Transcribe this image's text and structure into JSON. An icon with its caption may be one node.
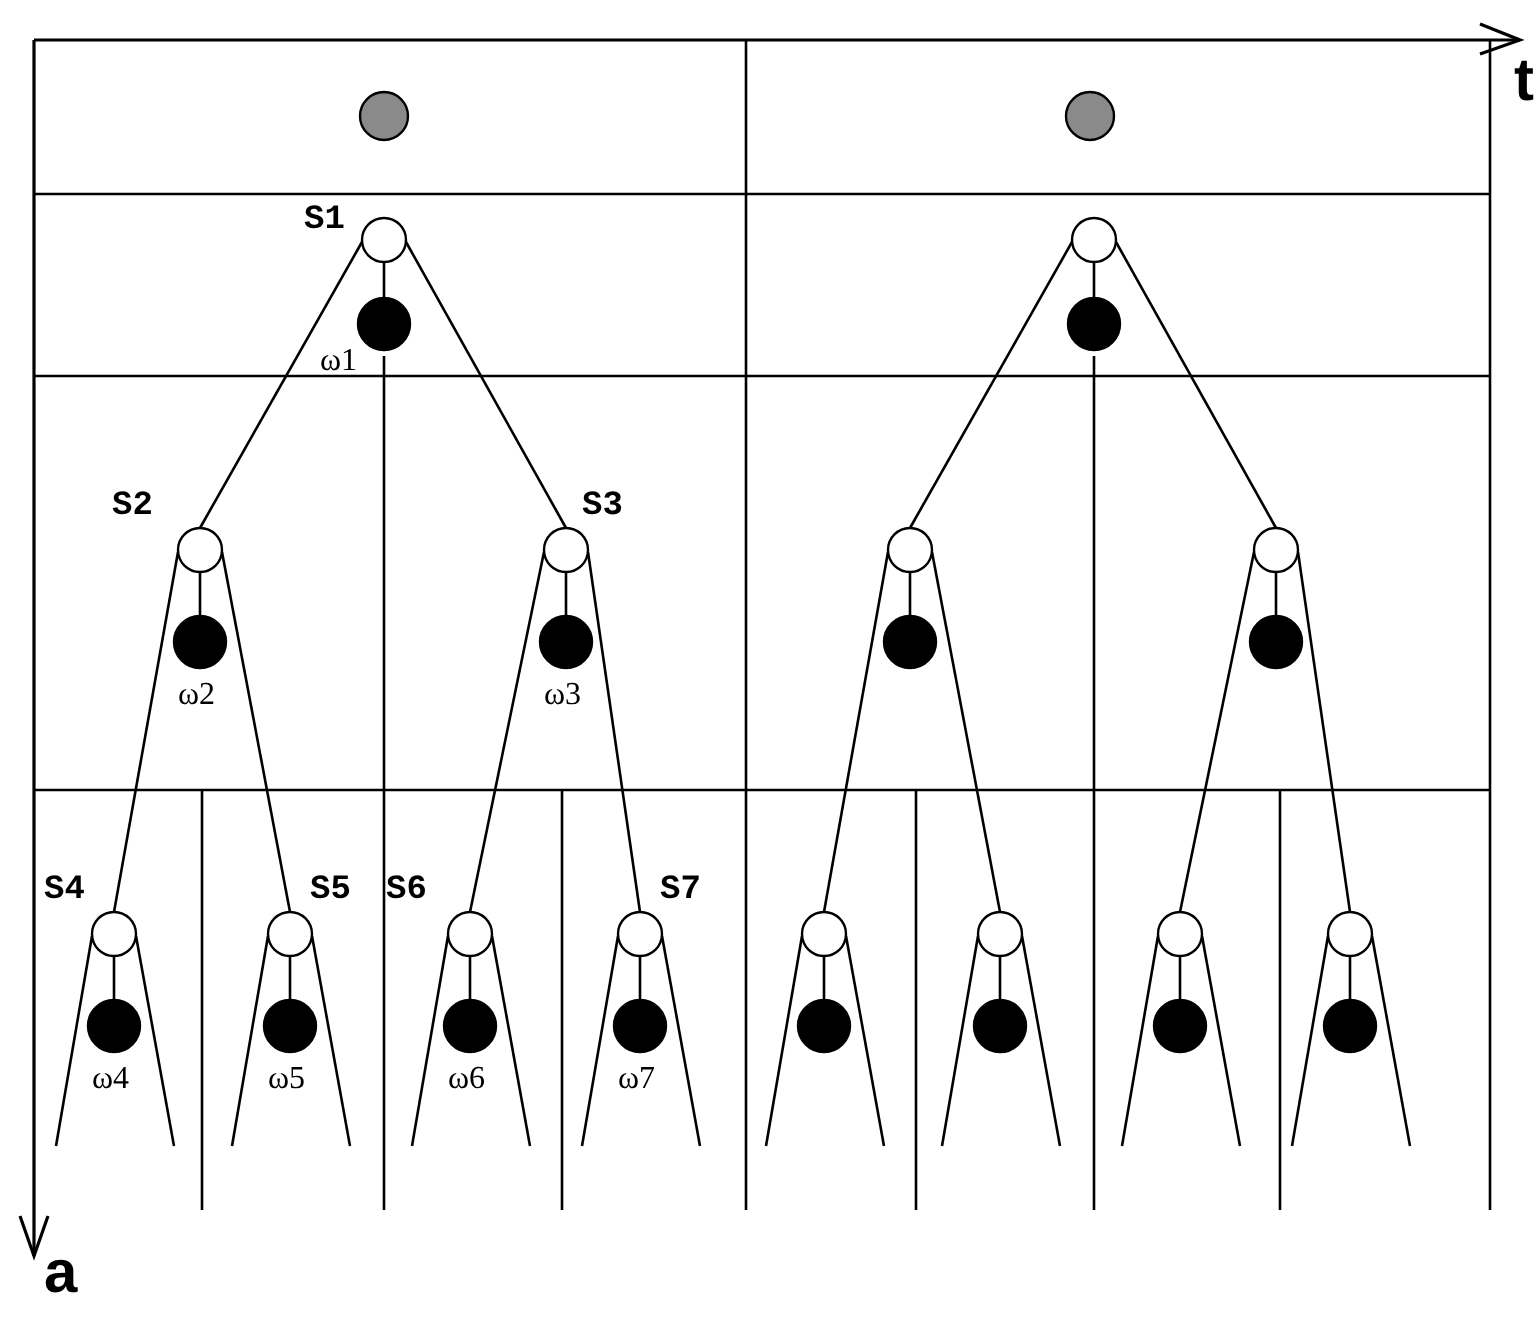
{
  "diagram": {
    "nodes": [
      {
        "text": [],
        "shape": "circle"
      },
      {
        "text": [],
        "shape": "circle"
      },
      {
        "text": [],
        "shape": "circle",
        "beside": [
          "S1"
        ]
      },
      {
        "text": [],
        "shape": "circle",
        "beside": [
          "ω1"
        ]
      },
      {
        "text": [],
        "shape": "circle",
        "beside": [
          "S2"
        ]
      },
      {
        "text": [],
        "shape": "circle",
        "beside": [
          "ω2"
        ]
      },
      {
        "text": [],
        "shape": "circle",
        "beside": [
          "S3"
        ]
      },
      {
        "text": [],
        "shape": "circle",
        "beside": [
          "ω3"
        ]
      },
      {
        "text": [],
        "shape": "circle",
        "beside": [
          "S4"
        ]
      },
      {
        "text": [],
        "shape": "circle",
        "beside": [
          "ω4"
        ]
      },
      {
        "text": [],
        "shape": "circle",
        "beside": [
          "S5"
        ]
      },
      {
        "text": [],
        "shape": "circle",
        "beside": [
          "ω5"
        ]
      },
      {
        "text": [],
        "shape": "circle",
        "beside": [
          "S6"
        ]
      },
      {
        "text": [],
        "shape": "circle",
        "beside": [
          "ω6"
        ]
      },
      {
        "text": [],
        "shape": "circle",
        "beside": [
          "S7"
        ]
      },
      {
        "text": [],
        "shape": "circle",
        "beside": [
          "ω7"
        ]
      },
      {
        "text": [],
        "shape": "circle"
      },
      {
        "text": [],
        "shape": "circle"
      },
      {
        "text": [],
        "shape": "circle"
      },
      {
        "text": [],
        "shape": "circle"
      },
      {
        "text": [],
        "shape": "circle"
      },
      {
        "text": [],
        "shape": "circle"
      },
      {
        "text": [],
        "shape": "circle"
      },
      {
        "text": [],
        "shape": "circle"
      },
      {
        "text": [],
        "shape": "circle"
      },
      {
        "text": [],
        "shape": "circle"
      },
      {
        "text": [],
        "shape": "circle"
      },
      {
        "text": [],
        "shape": "circle"
      },
      {
        "text": [],
        "shape": "circle"
      },
      {
        "text": [],
        "shape": "circle"
      }
    ],
    "edges": [
      {
        "from": 2,
        "to": 3,
        "arrow": "none"
      },
      {
        "from": 2,
        "to": 4,
        "arrow": "none"
      },
      {
        "from": 2,
        "to": 6,
        "arrow": "none"
      },
      {
        "from": 4,
        "to": 5,
        "arrow": "none"
      },
      {
        "from": 6,
        "to": 7,
        "arrow": "none"
      },
      {
        "from": 4,
        "to": 8,
        "arrow": "none"
      },
      {
        "from": 4,
        "to": 10,
        "arrow": "none"
      },
      {
        "from": 6,
        "to": 12,
        "arrow": "none"
      },
      {
        "from": 6,
        "to": 14,
        "arrow": "none"
      },
      {
        "from": 8,
        "to": 9,
        "arrow": "none"
      },
      {
        "from": 10,
        "to": 11,
        "arrow": "none"
      },
      {
        "from": 12,
        "to": 13,
        "arrow": "none"
      },
      {
        "from": 14,
        "to": 15,
        "arrow": "none"
      },
      {
        "from": 8,
        "to": null,
        "arrow": "none"
      },
      {
        "from": 8,
        "to": null,
        "arrow": "none"
      },
      {
        "from": 10,
        "to": null,
        "arrow": "none"
      },
      {
        "from": 10,
        "to": null,
        "arrow": "none"
      },
      {
        "from": 12,
        "to": null,
        "arrow": "none"
      },
      {
        "from": 12,
        "to": null,
        "arrow": "none"
      },
      {
        "from": 14,
        "to": null,
        "arrow": "none"
      },
      {
        "from": 14,
        "to": null,
        "arrow": "none"
      },
      {
        "from": 16,
        "to": 17,
        "arrow": "none"
      },
      {
        "from": 16,
        "to": 18,
        "arrow": "none"
      },
      {
        "from": 16,
        "to": 20,
        "arrow": "none"
      },
      {
        "from": 18,
        "to": 19,
        "arrow": "none"
      },
      {
        "from": 20,
        "to": 21,
        "arrow": "none"
      },
      {
        "from": 18,
        "to": 22,
        "arrow": "none"
      },
      {
        "from": 18,
        "to": 24,
        "arrow": "none"
      },
      {
        "from": 20,
        "to": 26,
        "arrow": "none"
      },
      {
        "from": 20,
        "to": 28,
        "arrow": "none"
      },
      {
        "from": 22,
        "to": 23,
        "arrow": "none"
      },
      {
        "from": 24,
        "to": 25,
        "arrow": "none"
      },
      {
        "from": 26,
        "to": 27,
        "arrow": "none"
      },
      {
        "from": 28,
        "to": 29,
        "arrow": "none"
      },
      {
        "from": 22,
        "to": null,
        "arrow": "none"
      },
      {
        "from": 22,
        "to": null,
        "arrow": "none"
      },
      {
        "from": 24,
        "to": null,
        "arrow": "none"
      },
      {
        "from": 24,
        "to": null,
        "arrow": "none"
      },
      {
        "from": 26,
        "to": null,
        "arrow": "none"
      },
      {
        "from": 26,
        "to": null,
        "arrow": "none"
      },
      {
        "from": 28,
        "to": null,
        "arrow": "none"
      },
      {
        "from": 28,
        "to": null,
        "arrow": "none"
      }
    ],
    "labels": [
      "t",
      "a"
    ]
  }
}
